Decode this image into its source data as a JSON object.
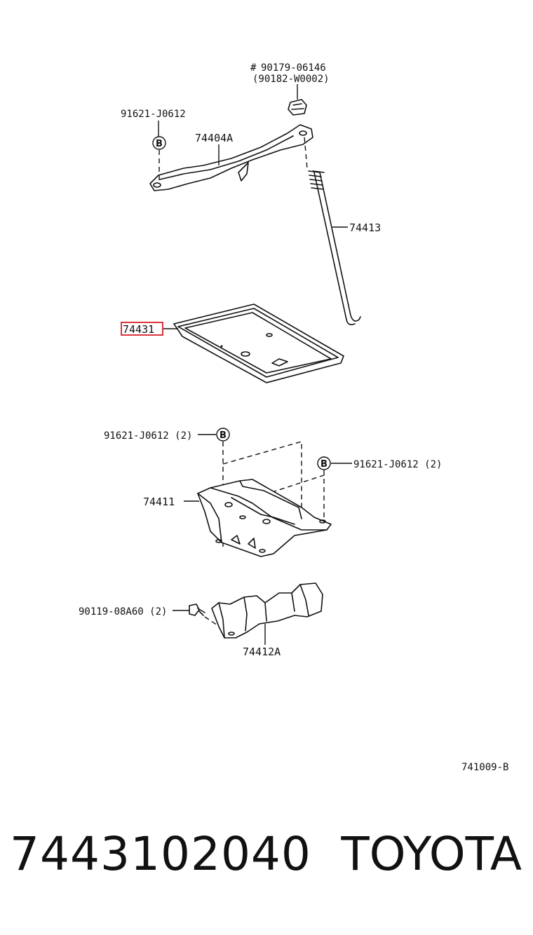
{
  "diagram": {
    "callouts": {
      "nut_primary": "90179-06146",
      "nut_alt": "(90182-W0002)",
      "clamp_bolt_top": "91621-J0612",
      "clamp": "74404A",
      "rod": "74413",
      "tray_highlighted": "74431",
      "carrier_bolt_left": "91621-J0612 (2)",
      "carrier_bolt_right": "91621-J0612 (2)",
      "carrier": "74411",
      "bracket_bolt": "90119-08A60 (2)",
      "bracket": "74412A"
    },
    "markers": {
      "ref_top": "B",
      "ref_left": "B",
      "ref_right": "B",
      "hash_symbol": "#"
    },
    "figure_code": "741009-B",
    "highlight_color": "#d61f26"
  },
  "footer": {
    "part_number": "7443102040",
    "brand": "TOYOTA"
  }
}
